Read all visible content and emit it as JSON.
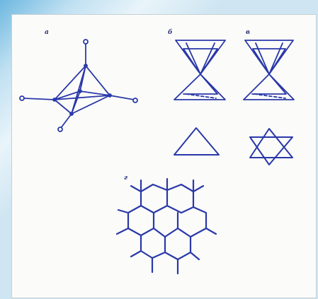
{
  "figure": {
    "panel_labels": {
      "a": "a",
      "b": "б",
      "v": "в",
      "g": "г"
    }
  },
  "colors": {
    "ink": "#2a38a8",
    "paper": "#fbfcfa",
    "background": "#cfe6f2"
  }
}
